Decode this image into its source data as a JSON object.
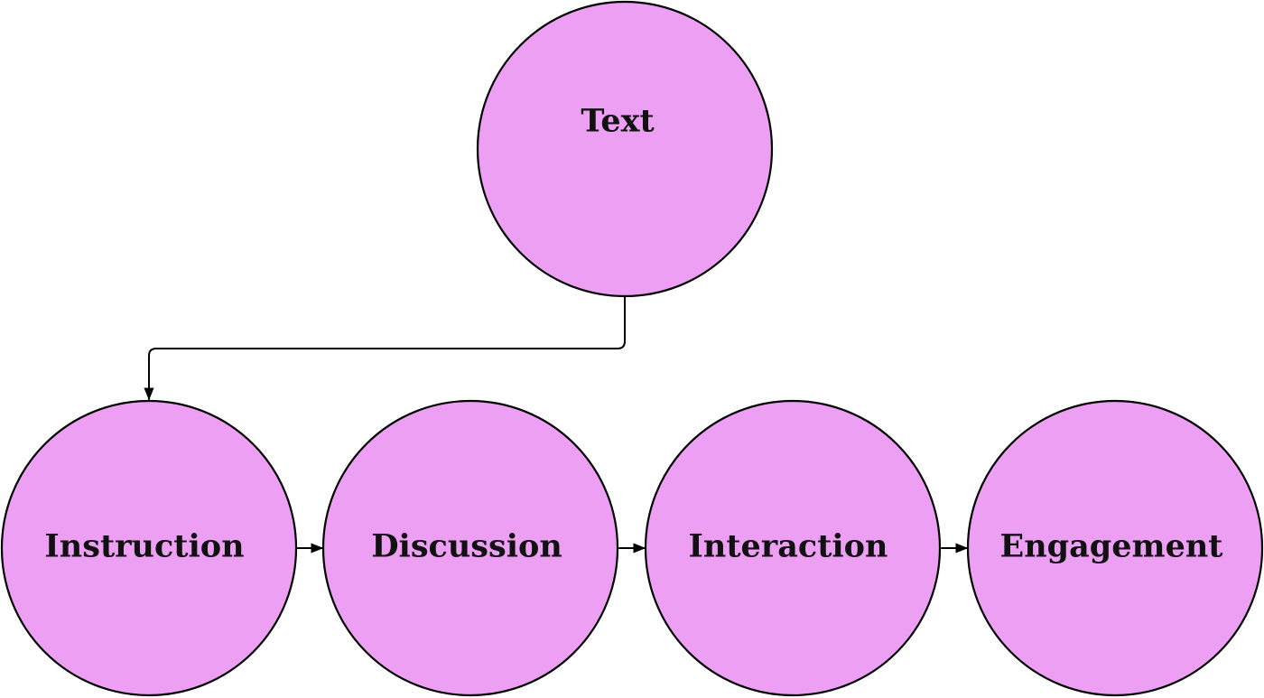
{
  "diagram": {
    "nodes": {
      "text": {
        "label": "Text"
      },
      "instruction": {
        "label": "Instruction"
      },
      "discussion": {
        "label": "Discussion"
      },
      "interaction": {
        "label": "Interaction"
      },
      "engagement": {
        "label": "Engagement"
      }
    },
    "edges": [
      {
        "from": "Text",
        "to": "Instruction"
      },
      {
        "from": "Instruction",
        "to": "Discussion"
      },
      {
        "from": "Discussion",
        "to": "Interaction"
      },
      {
        "from": "Interaction",
        "to": "Engagement"
      }
    ]
  },
  "colors": {
    "node_fill": "#EDA0F3",
    "node_stroke": "#000000",
    "edge_stroke": "#000000",
    "label_color": "#111111"
  }
}
